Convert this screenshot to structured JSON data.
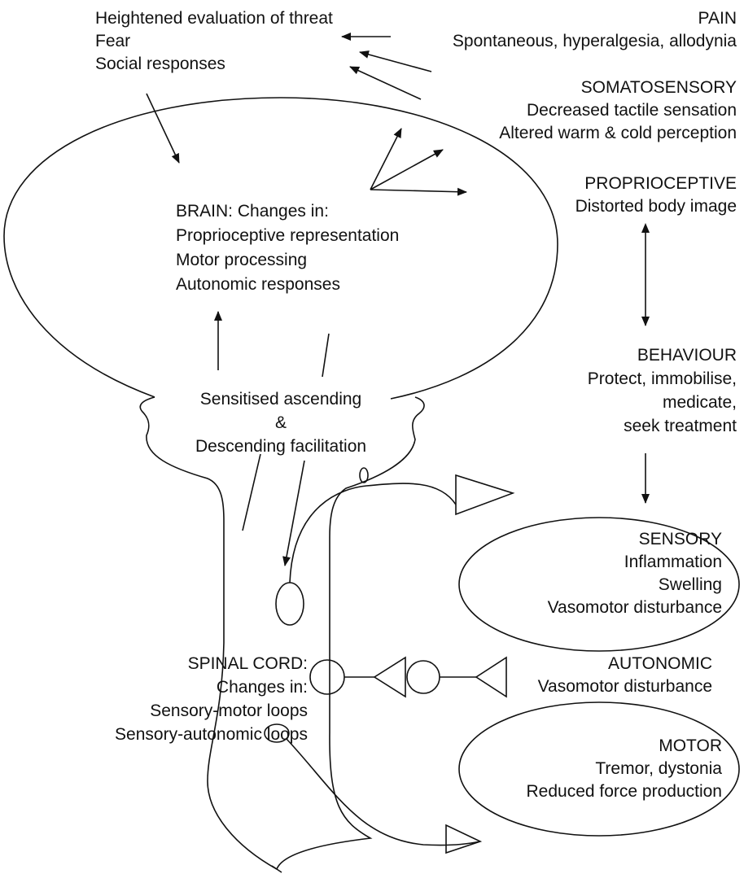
{
  "threat": {
    "lines": [
      "Heightened evaluation of threat",
      "Fear",
      "Social responses"
    ]
  },
  "pain": {
    "title": "PAIN",
    "lines": [
      "Spontaneous, hyperalgesia, allodynia"
    ]
  },
  "somatosensory": {
    "title": "SOMATOSENSORY",
    "lines": [
      "Decreased tactile sensation",
      "Altered warm & cold perception"
    ]
  },
  "proprioceptive": {
    "title": "PROPRIOCEPTIVE",
    "lines": [
      "Distorted body image"
    ]
  },
  "brain": {
    "title": "BRAIN: Changes in:",
    "lines": [
      "Proprioceptive representation",
      "Motor processing",
      "Autonomic responses"
    ]
  },
  "behaviour": {
    "title": "BEHAVIOUR",
    "lines": [
      "Protect, immobilise,",
      "medicate,",
      "seek treatment"
    ]
  },
  "pathway": {
    "lines": [
      "Sensitised ascending",
      "&",
      "Descending facilitation"
    ]
  },
  "sensory": {
    "title": "SENSORY",
    "lines": [
      "Inflammation",
      "Swelling",
      "Vasomotor disturbance"
    ]
  },
  "autonomic": {
    "title": "AUTONOMIC",
    "lines": [
      "Vasomotor disturbance"
    ]
  },
  "spinal_cord": {
    "title": "SPINAL CORD:",
    "lines": [
      "Changes in:",
      "Sensory-motor loops",
      "Sensory-autonomic loops"
    ]
  },
  "motor": {
    "title": "MOTOR",
    "lines": [
      "Tremor, dystonia",
      "Reduced force production"
    ]
  }
}
